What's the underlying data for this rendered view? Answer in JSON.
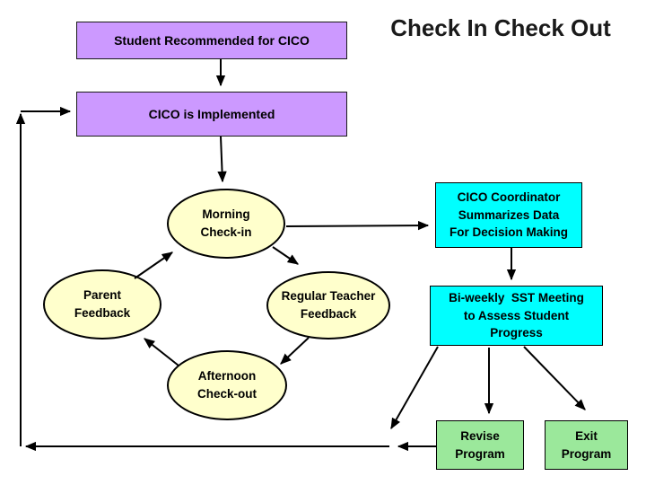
{
  "title": "Check In Check Out",
  "colors": {
    "process_box": "#CC99FF",
    "cycle_ellipse": "#FFFFCC",
    "data_box": "#00FFFF",
    "outcome_box": "#9BE89B",
    "arrow": "#000000",
    "background": "#FFFFFF"
  },
  "nodes": {
    "student": {
      "label": "Student Recommended for CICO"
    },
    "implemented": {
      "label": "CICO is Implemented"
    },
    "morning": {
      "label": "Morning\nCheck-in"
    },
    "parent": {
      "label": "Parent\nFeedback"
    },
    "teacher": {
      "label": "Regular Teacher\nFeedback"
    },
    "afternoon": {
      "label": "Afternoon\nCheck-out"
    },
    "coordinator": {
      "label": "CICO Coordinator\nSummarizes Data\nFor Decision Making"
    },
    "sst": {
      "label": "Bi-weekly  SST Meeting\nto Assess Student\nProgress"
    },
    "revise": {
      "label": "Revise\nProgram"
    },
    "exit": {
      "label": "Exit\nProgram"
    }
  }
}
